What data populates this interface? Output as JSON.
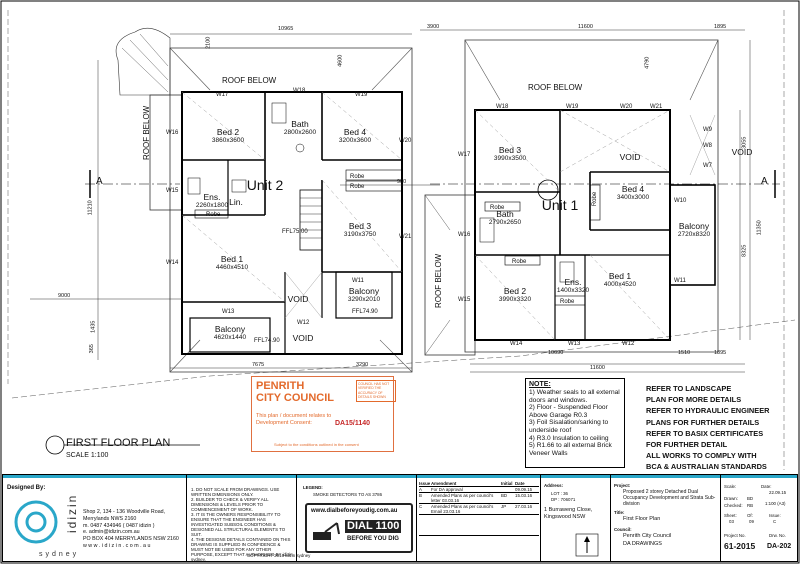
{
  "plan": {
    "title": "FIRST FLOOR PLAN",
    "scale": "SCALE 1:100",
    "section_markers": [
      "A",
      "A"
    ],
    "dimensions": {
      "left_top_overall": "10965",
      "left_top_a": "2100",
      "left_top_b": "4600",
      "left_side_a": "11210",
      "left_side_b": "9000",
      "left_side_c": "1435",
      "left_side_d": "365",
      "left_side_e": "900",
      "left_bottom_a": "7675",
      "left_bottom_b": "3290",
      "right_top_a": "3900",
      "right_top_b": "11600",
      "right_top_c": "1895",
      "right_top_d": "4790",
      "right_side_a": "3055",
      "right_side_b": "11350",
      "right_side_c": "8325",
      "right_bottom_a": "10090",
      "right_bottom_b": "1510",
      "right_bottom_c": "1895",
      "right_bottom_overall": "11600"
    },
    "roof_labels": [
      "ROOF BELOW",
      "ROOF BELOW",
      "ROOF BELOW",
      "ROOF BELOW"
    ],
    "unit2": {
      "label": "Unit 2",
      "rooms": [
        {
          "name": "Bed 2",
          "size": "3860x3600"
        },
        {
          "name": "Bath",
          "size": "2800x2600"
        },
        {
          "name": "Bed 4",
          "size": "3200x3600"
        },
        {
          "name": "Ens.",
          "size": "2260x1800"
        },
        {
          "name": "Lin.",
          "size": ""
        },
        {
          "name": "Bed 3",
          "size": "3190x3750"
        },
        {
          "name": "Bed 1",
          "size": "4460x4510"
        },
        {
          "name": "Balcony",
          "size": "3290x2010"
        },
        {
          "name": "Balcony",
          "size": "4620x1440"
        },
        {
          "name": "VOID",
          "size": ""
        },
        {
          "name": "VOID",
          "size": ""
        }
      ],
      "robes": [
        "Robe",
        "Robe",
        "Robe"
      ],
      "windows": [
        "W17",
        "W18",
        "W19",
        "W16",
        "W20",
        "W15",
        "W14",
        "W21",
        "W11",
        "W13",
        "W12"
      ],
      "notes": [
        "FFL75.00",
        "FFL74.90",
        "FFL74.90"
      ]
    },
    "unit1": {
      "label": "Unit 1",
      "rooms": [
        {
          "name": "Bed 3",
          "size": "3990x3500"
        },
        {
          "name": "VOID",
          "size": ""
        },
        {
          "name": "VOID",
          "size": ""
        },
        {
          "name": "Bed 4",
          "size": "3400x3000"
        },
        {
          "name": "Bath",
          "size": "2790x2650"
        },
        {
          "name": "Balcony",
          "size": "2720x8320"
        },
        {
          "name": "Ens.",
          "size": "1400x3320"
        },
        {
          "name": "Bed 1",
          "size": "4000x4520"
        },
        {
          "name": "Bed 2",
          "size": "3990x3320"
        }
      ],
      "robes": [
        "Robe",
        "Robe",
        "Robe",
        "Robe"
      ],
      "windows": [
        "W18",
        "W19",
        "W20",
        "W21",
        "W9",
        "W8",
        "W17",
        "W7",
        "W16",
        "W10",
        "W11",
        "W15",
        "W14",
        "W13",
        "W12"
      ]
    }
  },
  "stamp": {
    "council": "PENRITH",
    "council2": "CITY COUNCIL",
    "text": "This plan / document relates to Development Consent:",
    "consent": "DA15/1140",
    "footer": "Subject to the conditions outlined in the consent",
    "side": "COUNCIL HAS NOT VERIFIED THE ACCURACY OF DETAILS SHOWN"
  },
  "notes": {
    "heading": "NOTE:",
    "items": [
      "1) Weather seals to all external doors and windows.",
      "2) Floor - Suspended Floor Above Garage R0.3",
      "3) Foil Sisalation/sarking to underside roof",
      "4) R3.0 Insulation to ceiling",
      "5) R1.66 to all external Brick Veneer Walls"
    ]
  },
  "refer": [
    "REFER TO LANDSCAPE",
    "PLAN FOR MORE DETAILS",
    "REFER TO HYDRAULIC ENGINEER",
    "PLANS FOR FURTHER DETAILS",
    "REFER TO BASIX CERTIFICATES",
    "FOR FURTHER DETAIL",
    "ALL WORKS TO COMPLY WITH",
    "BCA & AUSTRALIAN STANDARDS"
  ],
  "title_block": {
    "designed_by": "Designed By:",
    "brand": "idizin",
    "brand_sub": "sydney",
    "address": [
      "Shop 2, 134 - 136 Woodville Road,",
      "Merrylands NWS 2160",
      "m. 0487 434946 ( 0487 idizin )",
      "e. admin@idizin.com.au",
      "PO BOX 404 MERRYLANDS NSW 2160",
      "w w w . i d i z i n . c o m . a u"
    ],
    "disclaimer": [
      "1. DO NOT SCALE FROM DRAWINGS. USE WRITTEN DIMENSIONS ONLY.",
      "2. BUILDER TO CHECK & VERIFY ALL DIMENSIONS & LEVELS PRIOR TO COMMENCEMENT OF WORK.",
      "3. IT IS THE OWNERS RESPONSIBILITY TO ENSURE THAT THE ENGINEER HAS INVESTIGATED SUBSOIL CONDITIONS & DESIGNED ALL STRUCTURAL ELEMENTS TO SUIT.",
      "4. THE DESIGNS DETAILS CONTAINED ON THIS DRAWING IS SUPPLIED IN CONFIDENCE & MUST NOT BE USED FOR ANY OTHER PURPOSE, EXCEPT THAT AUTHORISED BY idizin sydney."
    ],
    "copyright": "COPYRIGHT 2016 idizin sydney",
    "legend_title": "LEGEND:",
    "legend_item": "SMOKE DETECTORS TO AS 3786",
    "dial_url": "www.dialbeforeyoudig.com.au",
    "dial_big": "DIAL 1100",
    "dial_small": "BEFORE YOU DIG",
    "issues_header": [
      "Issue",
      "Amendment",
      "Initial",
      "Date"
    ],
    "issues": [
      [
        "A",
        "For DA approval",
        "",
        "09.09.15"
      ],
      [
        "B",
        "Amended Plans as per council's letter 03.03.16",
        "BD",
        "15.03.16"
      ],
      [
        "C",
        "Amended Plans as per council's Email 23.03.16",
        "JP",
        "27.03.16"
      ]
    ],
    "address_label": "Address:",
    "lot": [
      "LOT : 36",
      "DP : 706071"
    ],
    "site_address": "1 Burraweng Close, Kingswood NSW",
    "project_label": "Project:",
    "project": "Proposed 2 storey Detached Dual Occupancy Development and Strata Sub-division",
    "title_label": "Title:",
    "title": "First Floor Plan",
    "council_label": "Council:",
    "council": "Penrith City Council",
    "stage": "DA DRAWINGS",
    "scale_label": "Scale:",
    "date_label": "Date:",
    "date": "22.09.15",
    "drawn_label": "Drawn:",
    "drawn": "BD",
    "checked_label": "Checked:",
    "checked": "RB",
    "scale_value": "1:100 (A3)",
    "sheet_label": "Sheet:",
    "sheet": "03",
    "of_label": "Of:",
    "of": "09",
    "issue_label": "Issue:",
    "issue": "C",
    "project_no_label": "Project No.",
    "project_no": "61-2015",
    "dwg_no_label": "Drw. No.",
    "dwg_no": "DA-202"
  }
}
